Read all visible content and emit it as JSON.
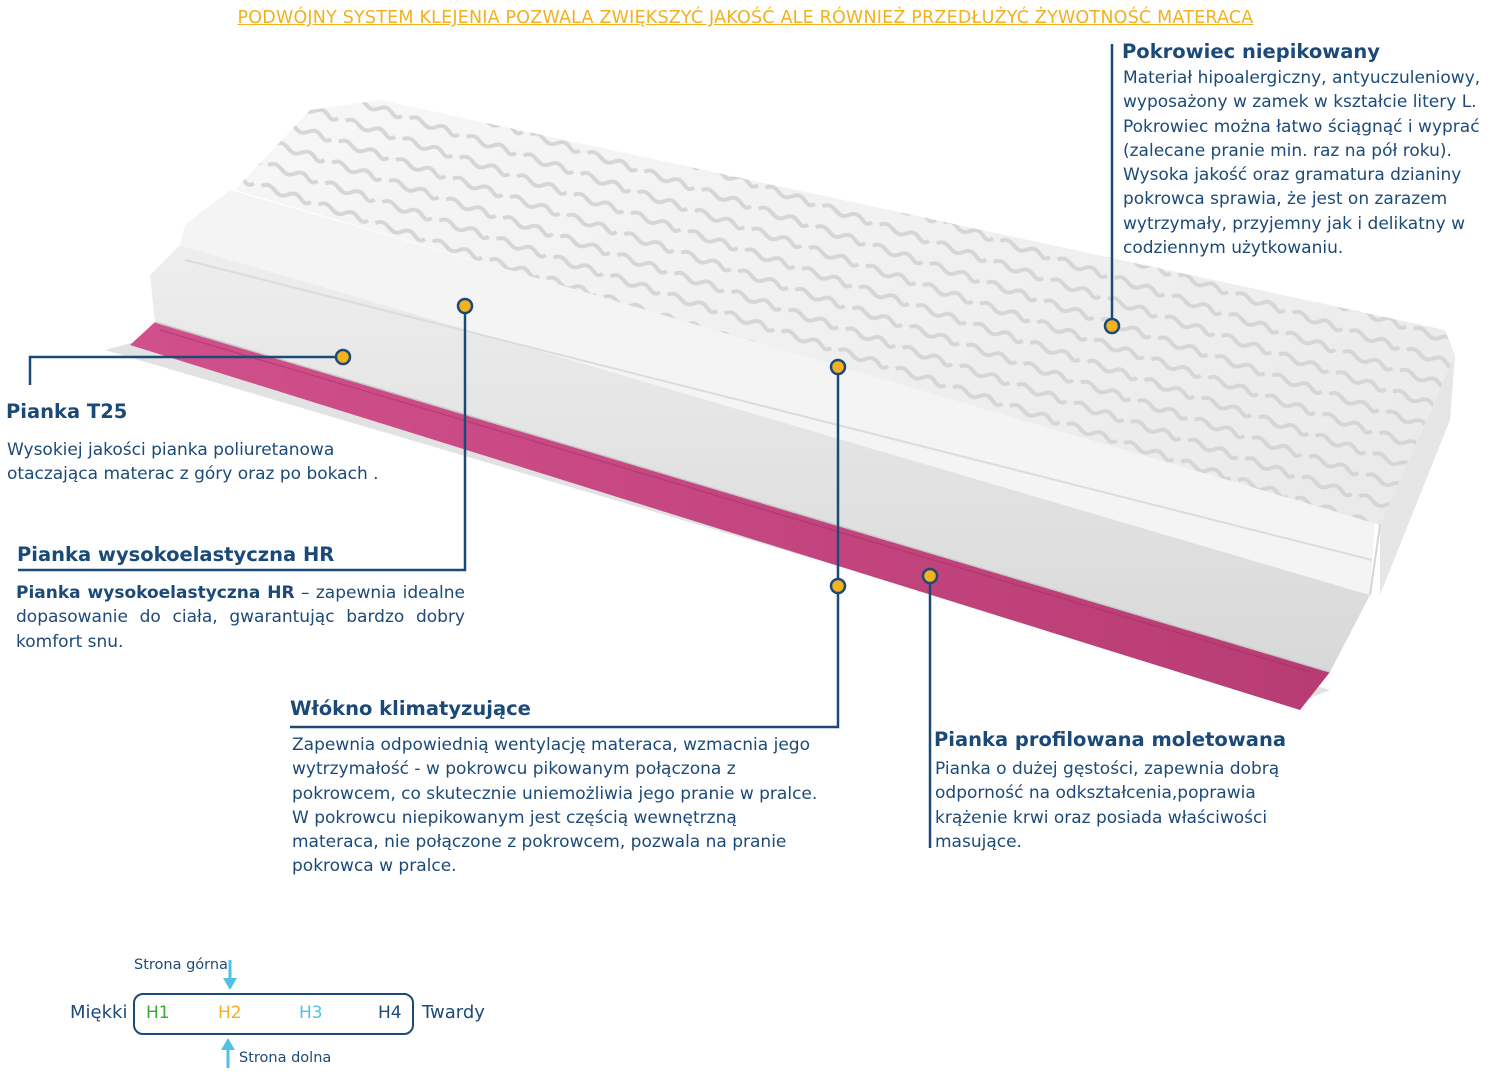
{
  "banner": "PODWÓJNY SYSTEM KLEJENIA POZWALA ZWIĘKSZYĆ JAKOŚĆ ALE RÓWNIEŻ PRZEDŁUŻYĆ ŻYWOTNOŚĆ MATERACA",
  "colors": {
    "banner": "#f2b01e",
    "text": "#1c4a78",
    "dot": "#f4b21e",
    "pink_layer": "#c2467f",
    "h1": "#3aa635",
    "h2": "#f2b01e",
    "h3": "#4fc2e3",
    "h4": "#1c4a78",
    "arrow": "#4fc2e3"
  },
  "sections": {
    "cover": {
      "title": "Pokrowiec  niepikowany",
      "lines": [
        "Materiał hipoalergiczny, antyuczuleniowy,",
        "wyposażony w zamek w kształcie litery L.",
        "Pokrowiec można łatwo ściągnąć i wyprać",
        "(zalecane pranie min.  raz na pół roku).",
        "Wysoka jakość oraz gramatura dzianiny",
        "pokrowca sprawia, że jest on zarazem",
        "wytrzymały, przyjemny jak i delikatny w",
        "codziennym użytkowaniu."
      ]
    },
    "t25": {
      "title": "Pianka T25",
      "lines": [
        "Wysokiej jakości pianka poliuretanowa",
        "otaczająca materac z góry oraz po bokach ."
      ]
    },
    "hr": {
      "title": "Pianka wysokoelastyczna HR",
      "lead": "Pianka wysokoelastyczna HR",
      "text": " – zapewnia idealne dopasowanie do ciała, gwarantując bardzo dobry komfort snu."
    },
    "fiber": {
      "title": "Włókno klimatyzujące",
      "lines": [
        "Zapewnia odpowiednią wentylację materaca, wzmacnia jego",
        "wytrzymałość - w pokrowcu pikowanym połączona z",
        "pokrowcem, co skutecznie uniemożliwia jego pranie w pralce.",
        "W pokrowcu niepikowanym jest częścią wewnętrzną",
        "materaca, nie połączone z pokrowcem, pozwala na pranie",
        "pokrowca w pralce."
      ]
    },
    "profiled": {
      "title": "Pianka profilowana moletowana",
      "lines": [
        "Pianka o dużej gęstości, zapewnia dobrą",
        "odporność na odkształcenia,poprawia",
        "krążenie krwi oraz posiada właściwości",
        "masujące."
      ]
    }
  },
  "firmness": {
    "left": "Miękki",
    "right": "Twardy",
    "levels": [
      "H1",
      "H2",
      "H3",
      "H4"
    ],
    "top_side": "Strona górna",
    "bottom_side": "Strona dolna"
  }
}
